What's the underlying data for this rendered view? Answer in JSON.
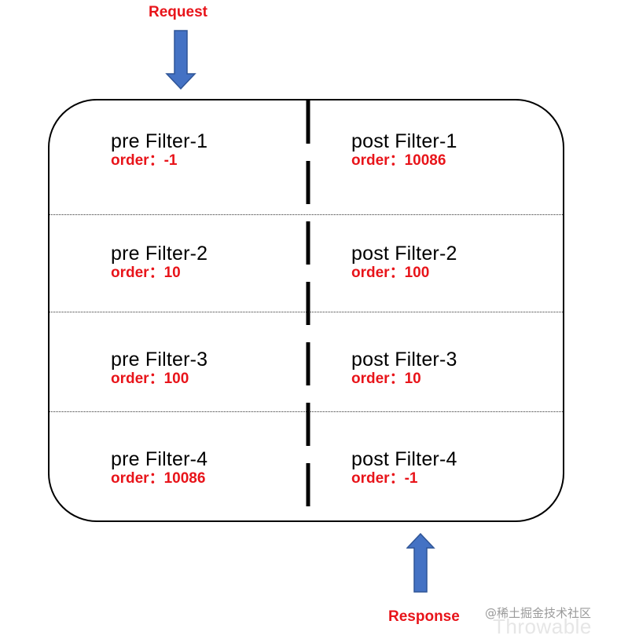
{
  "request_label": "Request",
  "response_label": "Response",
  "arrow_color": "#4472C4",
  "label_color": "#E8141A",
  "rows": [
    {
      "pre": {
        "name": "pre Filter-1",
        "order": "order：-1"
      },
      "post": {
        "name": "post Filter-1",
        "order": "order：10086"
      }
    },
    {
      "pre": {
        "name": "pre Filter-2",
        "order": "order：10"
      },
      "post": {
        "name": "post Filter-2",
        "order": "order：100"
      }
    },
    {
      "pre": {
        "name": "pre Filter-3",
        "order": "order：100"
      },
      "post": {
        "name": "post Filter-3",
        "order": "order：10"
      }
    },
    {
      "pre": {
        "name": "pre Filter-4",
        "order": "order：10086"
      },
      "post": {
        "name": "post Filter-4",
        "order": "order：-1"
      }
    }
  ],
  "watermark": {
    "site": "@稀土掘金技术社区",
    "brand": "Throwable"
  }
}
